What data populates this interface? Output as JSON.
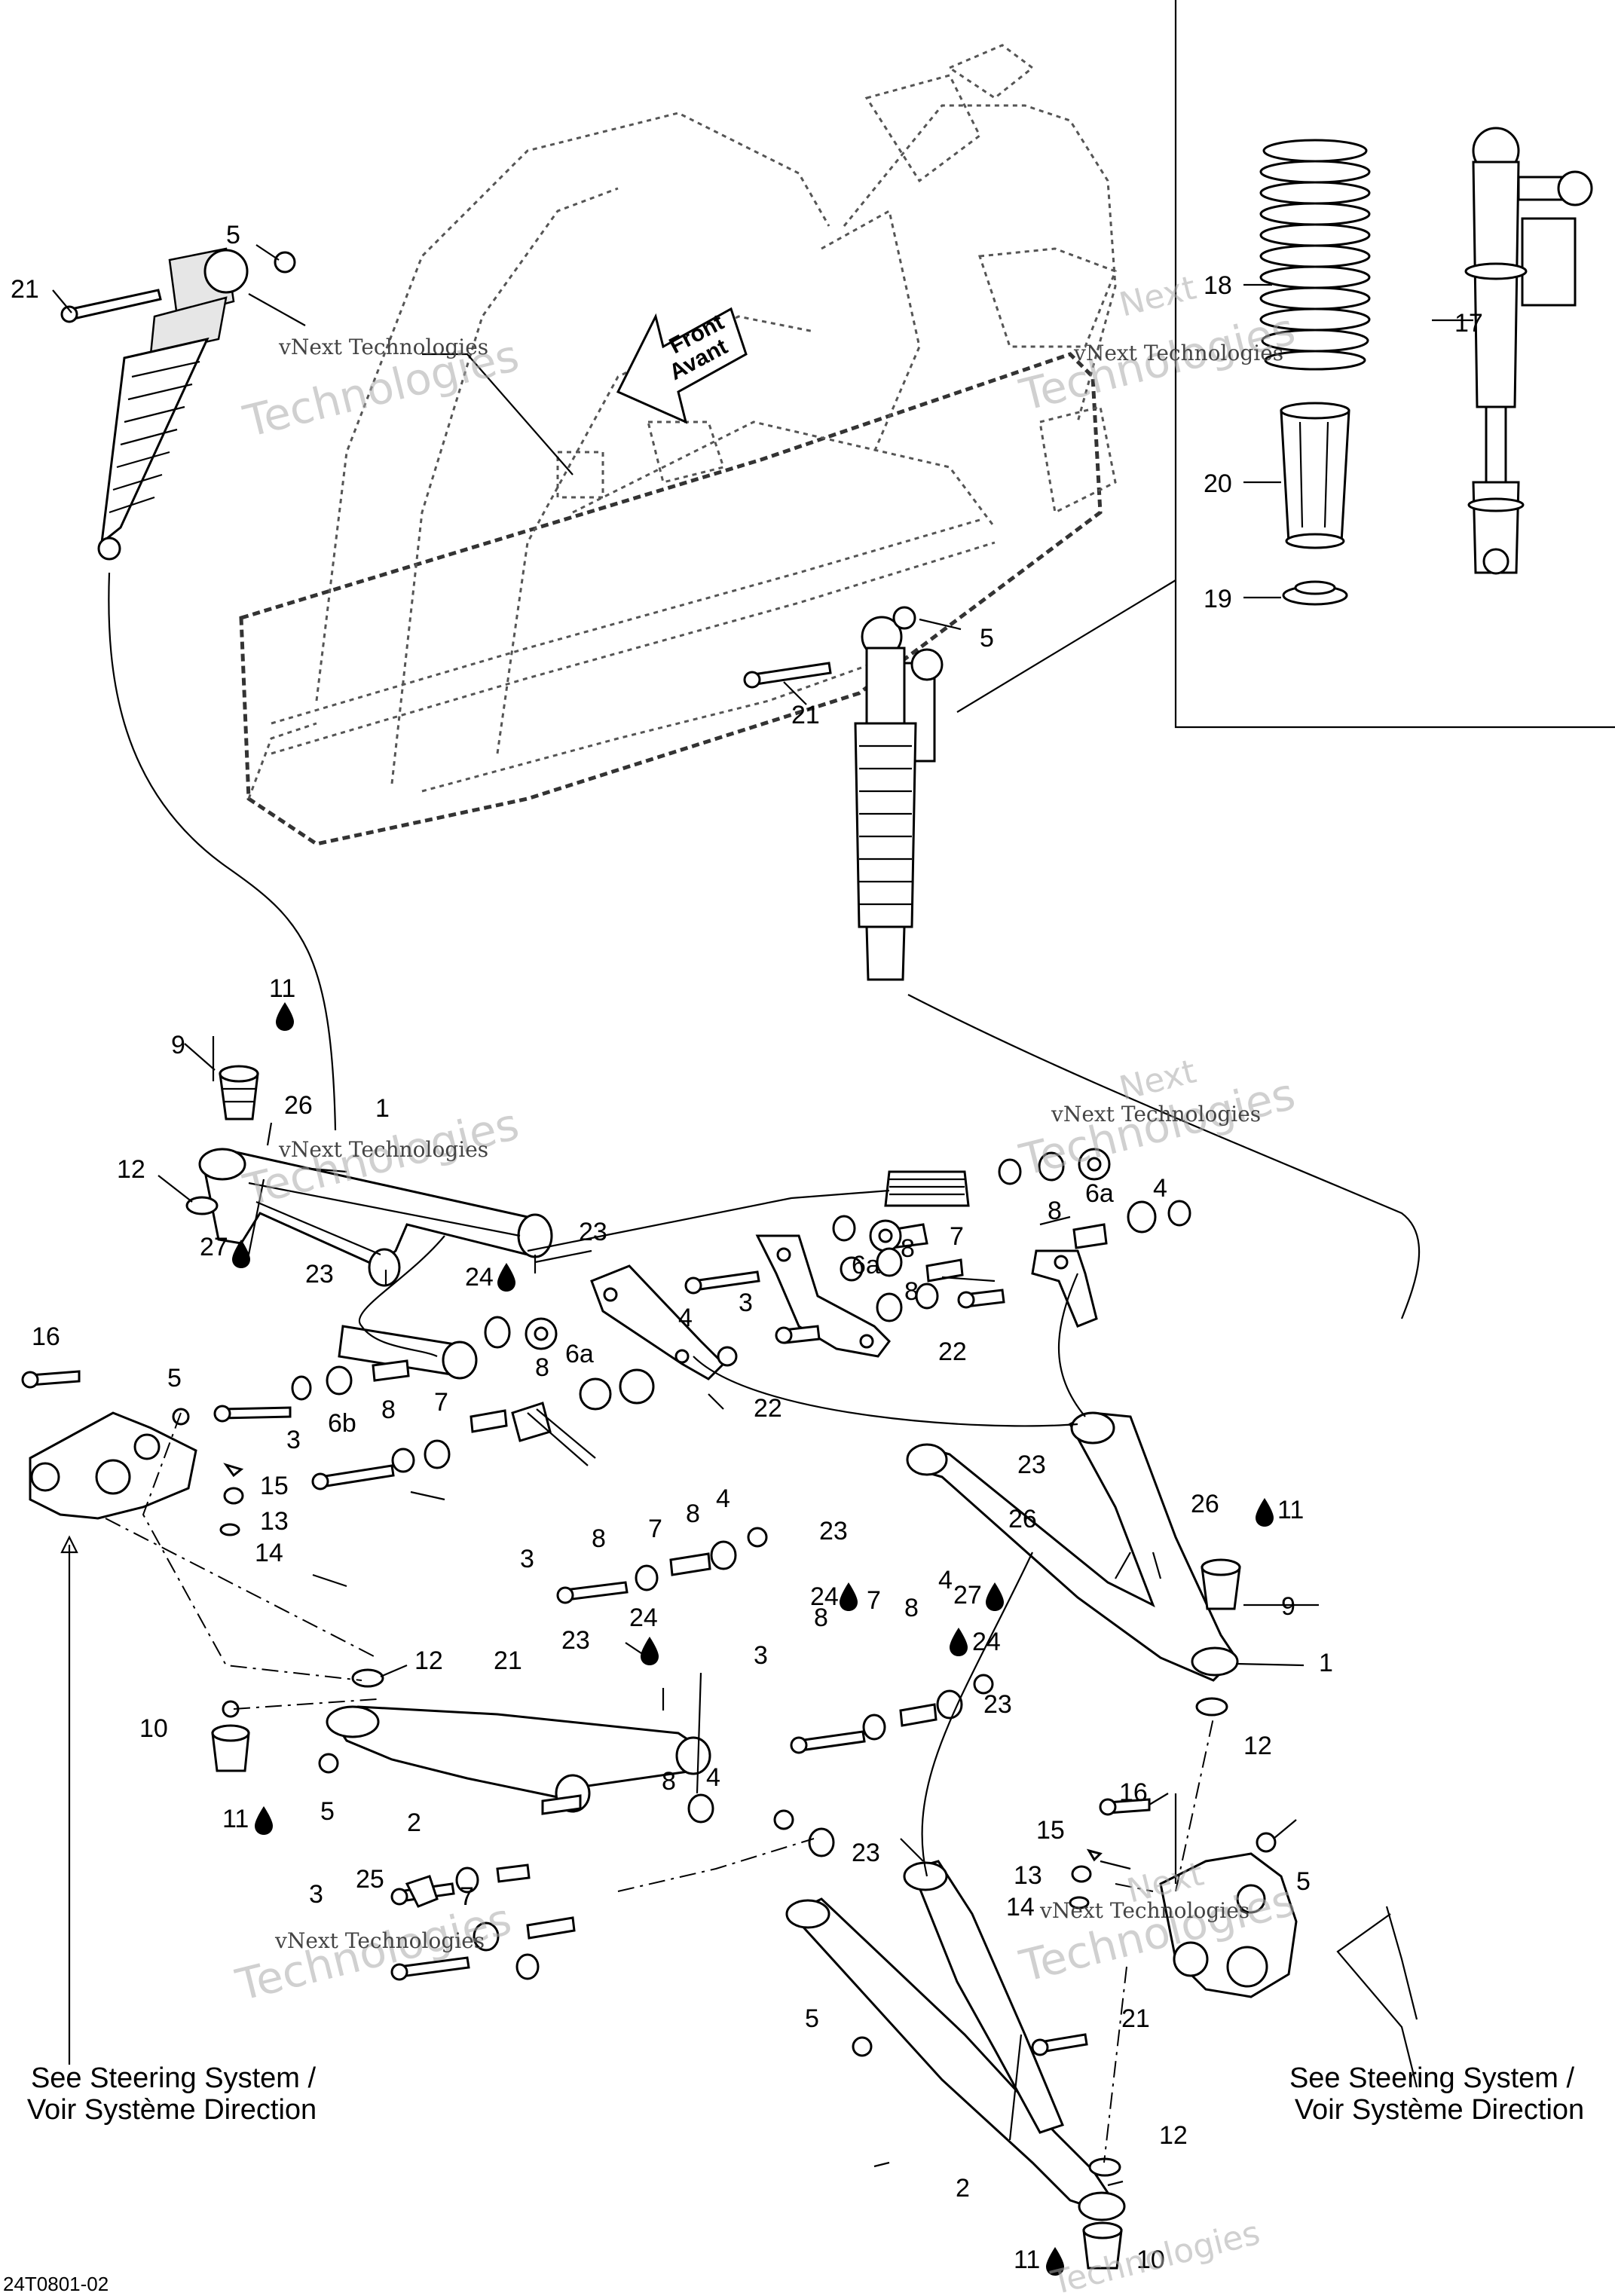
{
  "figure_code": "24T0801-02",
  "direction_label": {
    "line1": "Front",
    "line2": "Avant"
  },
  "watermark": {
    "line1": "vNext Technologies",
    "big": "Technologies",
    "corner": "Next"
  },
  "see_steering": {
    "line1": "See Steering System /",
    "line2": "Voir Système Direction"
  },
  "callouts": {
    "c1a": "1",
    "c1b": "1",
    "c2a": "2",
    "c2b": "2",
    "c3a": "3",
    "c3b": "3",
    "c3c": "3",
    "c3d": "3",
    "c3e": "3",
    "c4a": "4",
    "c4b": "4",
    "c4c": "4",
    "c4d": "4",
    "c4e": "4",
    "c5a": "5",
    "c5b": "5",
    "c5c": "5",
    "c5d": "5",
    "c5e": "5",
    "c5f": "5",
    "c6a_1": "6a",
    "c6a_2": "6a",
    "c6a_3": "6a",
    "c6b": "6b",
    "c7a": "7",
    "c7b": "7",
    "c7c": "7",
    "c7d": "7",
    "c7e": "7",
    "c8a": "8",
    "c8b": "8",
    "c8c": "8",
    "c8d": "8",
    "c8e": "8",
    "c8f": "8",
    "c8g": "8",
    "c8h": "8",
    "c8i": "8",
    "c9a": "9",
    "c9b": "9",
    "c10a": "10",
    "c10b": "10",
    "c11a": "11",
    "c11b": "11",
    "c11c": "11",
    "c11d": "11",
    "c12a": "12",
    "c12b": "12",
    "c12c": "12",
    "c12d": "12",
    "c13a": "13",
    "c13b": "13",
    "c14a": "14",
    "c14b": "14",
    "c15a": "15",
    "c15b": "15",
    "c16a": "16",
    "c16b": "16",
    "c17": "17",
    "c18": "18",
    "c19": "19",
    "c20": "20",
    "c21a": "21",
    "c21b": "21",
    "c21c": "21",
    "c21d": "21",
    "c22a": "22",
    "c22b": "22",
    "c23a": "23",
    "c23b": "23",
    "c23c": "23",
    "c23d": "23",
    "c23e": "23",
    "c23f": "23",
    "c24a": "24",
    "c24b": "24",
    "c24c": "24",
    "c24d": "24",
    "c25": "25",
    "c26a": "26",
    "c26b": "26",
    "c26c": "26",
    "c27a": "27",
    "c27b": "27"
  }
}
